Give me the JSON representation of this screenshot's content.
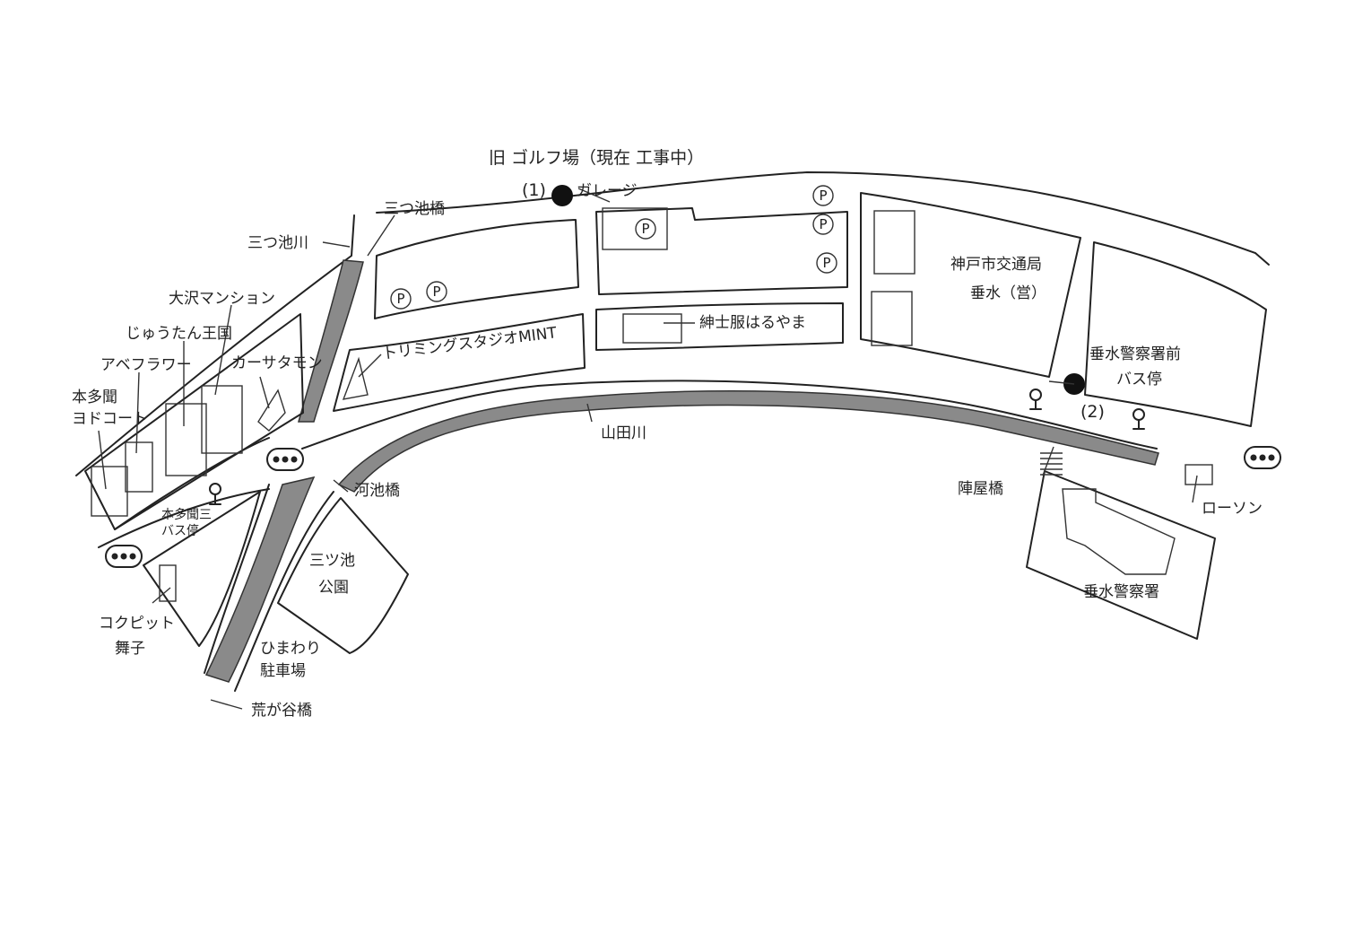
{
  "map": {
    "golf_course": "旧 ゴルフ場（現在 工事中）",
    "points": {
      "p1": "(1)",
      "p2": "(2)"
    },
    "garage": "ガレージ",
    "mitsuike_bridge": "三つ池橋",
    "mitsuike_river": "三つ池川",
    "osawa_mansion": "大沢マンション",
    "jutan_okoku": "じゅうたん王国",
    "car_satamon": "カーサタモン",
    "abe_flower": "アベフラワー",
    "yodo_court": "本多聞\nヨドコート",
    "trimming_studio": "トリミングスタジオMINT",
    "shinshi_fuku": "紳士服はるやま",
    "kobe_transport": "神戸市交通局\n垂水（営）",
    "police_bus_stop": "垂水警察署前\nバス停",
    "yamada_river": "山田川",
    "jinya_bridge": "陣屋橋",
    "lawson": "ローソン",
    "police": "垂水警察署",
    "kawaike_bridge": "河池橋",
    "mitsuike_park": "三ツ池\n公園",
    "honmon_bus_stop": "本多聞三\nバス停",
    "cockpit": "コクピット\n舞子",
    "himawari_parking": "ひまわり\n駐車場",
    "aragatani_bridge": "荒が谷橋",
    "parking_symbol": "P"
  }
}
